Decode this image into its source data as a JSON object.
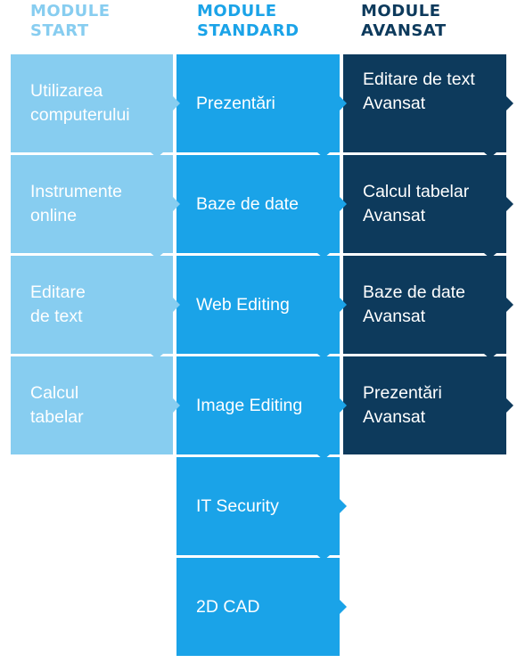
{
  "columns": [
    {
      "title": "MODULE\nSTART",
      "header_color": "#87cdf0",
      "tile_color": "#87cdf0",
      "tiles": [
        "Utilizarea\ncomputerului",
        "Instrumente\nonline",
        "Editare\nde text",
        "Calcul\ntabelar"
      ]
    },
    {
      "title": "MODULE\nSTANDARD",
      "header_color": "#1aa3e8",
      "tile_color": "#1aa3e8",
      "tiles": [
        "Prezentări",
        "Baze de date",
        "Web Editing",
        "Image Editing",
        "IT Security",
        "2D CAD"
      ]
    },
    {
      "title": "MODULE\nAVANSAT",
      "header_color": "#0d3a5c",
      "tile_color": "#0d3a5c",
      "tiles": [
        "Editare de text\nAvansat",
        "Calcul tabelar\nAvansat",
        "Baze de date\nAvansat",
        "Prezentări\nAvansat"
      ]
    }
  ]
}
